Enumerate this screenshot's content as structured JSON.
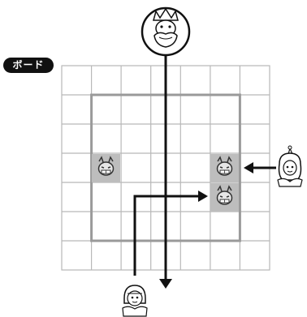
{
  "board_label": "ボード",
  "grid": {
    "rows": 7,
    "cols": 7,
    "inner_region": {
      "row_start": 1,
      "row_end": 5,
      "col_start": 1,
      "col_end": 5
    }
  },
  "pieces": [
    {
      "type": "oni-mask",
      "row": 3,
      "col": 1
    },
    {
      "type": "oni-mask",
      "row": 3,
      "col": 5
    },
    {
      "type": "oni-mask",
      "row": 4,
      "col": 5
    }
  ],
  "characters": [
    {
      "name": "king-with-crown",
      "position": "top",
      "col": 3
    },
    {
      "name": "princess",
      "position": "right",
      "row": 3
    },
    {
      "name": "girl",
      "position": "bottom",
      "col": 2
    }
  ],
  "colors": {
    "grid_line": "#b8b8b8",
    "inner_frame": "#9a9a9a",
    "piece_bg": "#bdbdbd",
    "arrow": "#111111",
    "tag_bg": "#111111"
  }
}
